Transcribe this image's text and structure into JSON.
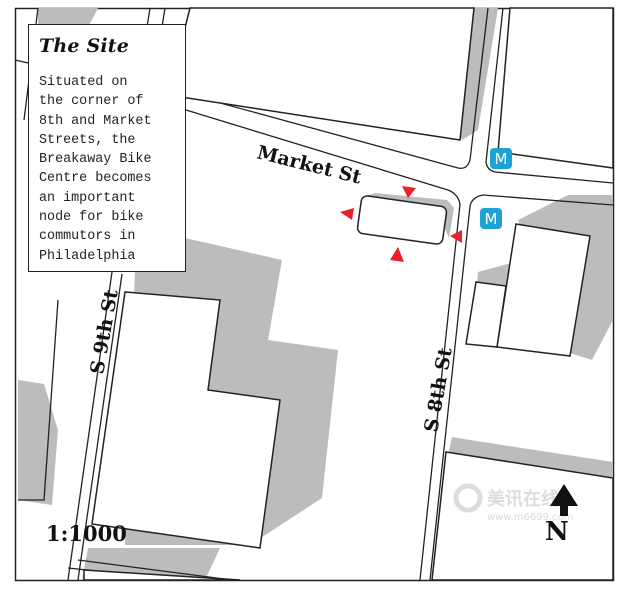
{
  "info_box": {
    "title": "The Site",
    "body": "Situated on\nthe corner of\n8th and Market\nStreets, the\nBreakaway Bike\nCentre becomes\nan important\nnode for bike\ncommutors in\nPhiladelphia"
  },
  "streets": {
    "market": "Market St",
    "s8th": "S 8th St",
    "s9th": "S 9th St"
  },
  "metro": {
    "label": "M"
  },
  "scale": {
    "label": "1:1000"
  },
  "north": {
    "label": "N"
  },
  "watermark": {
    "text": "美讯在线",
    "url": "www.m6699.com"
  },
  "colors": {
    "shadow": "#b9b9b9",
    "metro": "#1ea2d6",
    "marker": "#e8202a",
    "line": "#222222"
  }
}
